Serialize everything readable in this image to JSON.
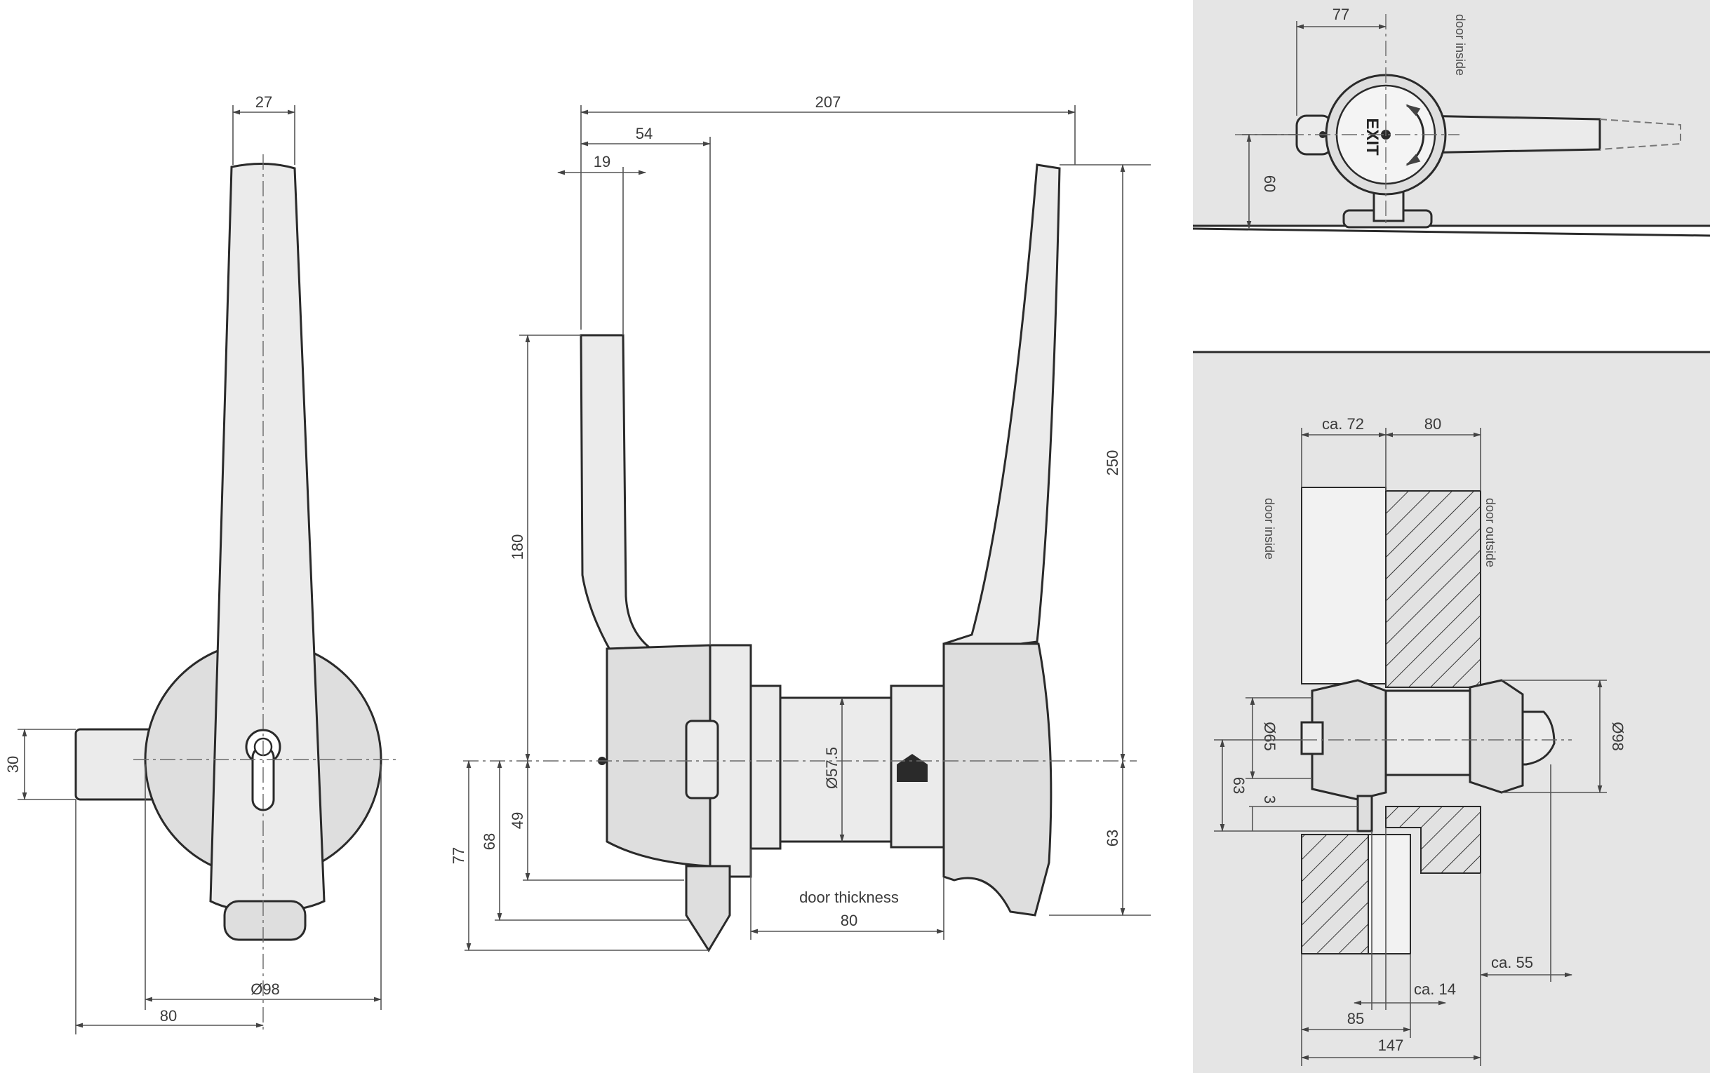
{
  "front_view": {
    "dims": {
      "width_top": "27",
      "width_left": "30",
      "dia": "Ø98",
      "offset": "80"
    }
  },
  "side_view": {
    "dims": {
      "overall_width": "207",
      "inner_to_flange": "54",
      "grip_width": "19",
      "inner_height": "180",
      "outer_height": "250",
      "below_77": "77",
      "below_68": "68",
      "below_49": "49",
      "below_63": "63",
      "shaft_dia": "Ø57.5",
      "door_thickness_label": "door thickness",
      "door_thickness": "80"
    }
  },
  "top_view": {
    "dims": {
      "width": "77",
      "height": "60"
    },
    "label_door_inside": "door inside",
    "exit_text": "EXIT"
  },
  "section_view": {
    "dims": {
      "ca72": "ca. 72",
      "d80": "80",
      "dia65": "Ø65",
      "dia98": "Ø98",
      "d63": "63",
      "d3": "3",
      "ca55": "ca. 55",
      "ca14": "ca. 14",
      "d85": "85",
      "d147": "147"
    },
    "label_door_inside": "door inside",
    "label_door_outside": "door outside"
  }
}
